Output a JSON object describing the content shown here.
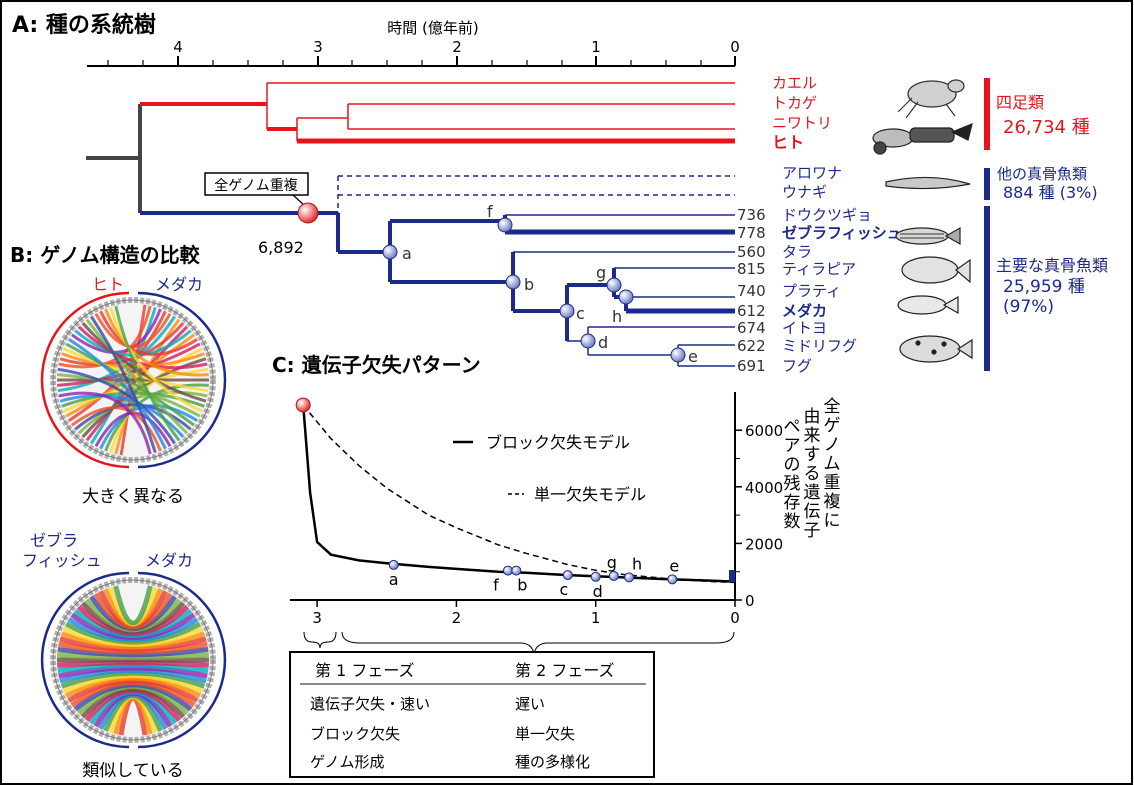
{
  "panel_a": {
    "title": "A: 種の系統樹",
    "axis_title": "時間 (億年前)",
    "axis_ticks": [
      "4",
      "3",
      "2",
      "1",
      "0"
    ],
    "tetrapods": [
      "カエル",
      "トカゲ",
      "ニワトリ",
      "ヒト"
    ],
    "tetrapod_group": "四足類",
    "tetrapod_count": "26,734 種",
    "other_teleosts": [
      "アロワナ",
      "ウナギ"
    ],
    "other_group": "他の真骨魚類",
    "other_count": "884 種 (3%)",
    "wgd_label": "全ゲノム重複",
    "wgd_count": "6,892",
    "main_group": "主要な真骨魚類",
    "main_count": "25,959 種",
    "main_pct": "(97%)",
    "fish": [
      {
        "count": "736",
        "name": "ドウクツギョ"
      },
      {
        "count": "778",
        "name": "ゼブラフィッシュ"
      },
      {
        "count": "560",
        "name": "タラ"
      },
      {
        "count": "815",
        "name": "ティラピア"
      },
      {
        "count": "740",
        "name": "プラティ"
      },
      {
        "count": "612",
        "name": "メダカ"
      },
      {
        "count": "674",
        "name": "イトヨ"
      },
      {
        "count": "622",
        "name": "ミドリフグ"
      },
      {
        "count": "691",
        "name": "フグ"
      }
    ],
    "node_labels": [
      "a",
      "b",
      "c",
      "d",
      "e",
      "f",
      "g",
      "h"
    ]
  },
  "panel_b": {
    "title": "B: ゲノム構造の比較",
    "top_left": "ヒト",
    "top_right": "メダカ",
    "top_caption": "大きく異なる",
    "bottom_left_1": "ゼブラ",
    "bottom_left_2": "フィッシュ",
    "bottom_right": "メダカ",
    "bottom_caption": "類似している"
  },
  "panel_c": {
    "title": "C: 遺伝子欠失パターン",
    "legend_block": "ブロック欠失モデル",
    "legend_single": "単一欠失モデル",
    "y_axis_label": "全ゲノム重複に由来する遺伝子ペアの残存数",
    "y_ticks": [
      "6000",
      "4000",
      "2000",
      "0"
    ],
    "x_ticks": [
      "3",
      "2",
      "1",
      "0"
    ],
    "table": {
      "headers": [
        "第 1 フェーズ",
        "第 2 フェーズ"
      ],
      "rows": [
        [
          "遺伝子欠失・速い",
          "遅い"
        ],
        [
          "ブロック欠失",
          "単一欠失"
        ],
        [
          "ゲノム形成",
          "種の多様化"
        ]
      ]
    }
  },
  "chart_data": {
    "type": "line",
    "xlabel": "",
    "ylabel": "全ゲノム重複に由来する遺伝子ペアの残存数",
    "xlim": [
      3.1,
      0
    ],
    "ylim": [
      0,
      7000
    ],
    "series": [
      {
        "name": "ブロック欠失モデル",
        "style": "solid",
        "x": [
          3.1,
          3.05,
          3.0,
          2.9,
          2.7,
          2.5,
          2.2,
          2.0,
          1.7,
          1.5,
          1.2,
          1.0,
          0.8,
          0.5,
          0.2,
          0
        ],
        "y": [
          6892,
          3800,
          2050,
          1600,
          1400,
          1300,
          1170,
          1100,
          1000,
          960,
          880,
          840,
          800,
          740,
          690,
          650
        ]
      },
      {
        "name": "単一欠失モデル",
        "style": "dashed",
        "x": [
          3.1,
          2.9,
          2.7,
          2.5,
          2.2,
          2.0,
          1.7,
          1.5,
          1.2,
          1.0,
          0.8,
          0.5,
          0.2,
          0
        ],
        "y": [
          6892,
          5700,
          4750,
          3950,
          3000,
          2550,
          1950,
          1650,
          1250,
          1050,
          900,
          760,
          660,
          620
        ]
      }
    ],
    "points": [
      {
        "label": "a",
        "x": 2.45,
        "y": 1240
      },
      {
        "label": "f",
        "x": 1.63,
        "y": 1040
      },
      {
        "label": "b",
        "x": 1.57,
        "y": 1040
      },
      {
        "label": "c",
        "x": 1.2,
        "y": 880
      },
      {
        "label": "d",
        "x": 1.0,
        "y": 820
      },
      {
        "label": "g",
        "x": 0.87,
        "y": 850
      },
      {
        "label": "h",
        "x": 0.76,
        "y": 800
      },
      {
        "label": "e",
        "x": 0.45,
        "y": 730
      }
    ],
    "colors": {
      "tetrapod": "#e8141c",
      "teleost": "#1c2a8c",
      "stem": "#444444",
      "node": "#9aa6d8",
      "wgd": "#e84a4a"
    }
  }
}
